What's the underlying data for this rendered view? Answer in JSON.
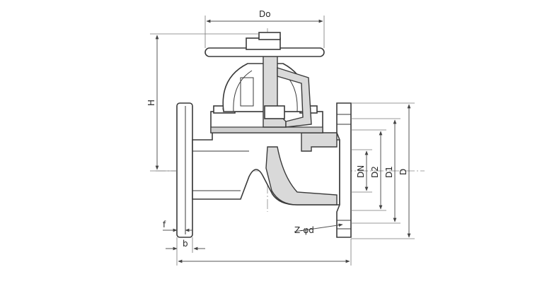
{
  "diagram": {
    "labels": {
      "do": "Do",
      "h": "H",
      "dn": "DN",
      "d2": "D2",
      "d1": "D1",
      "d": "D",
      "z_phi_d": "Z-φd",
      "f": "f",
      "b": "b"
    }
  }
}
